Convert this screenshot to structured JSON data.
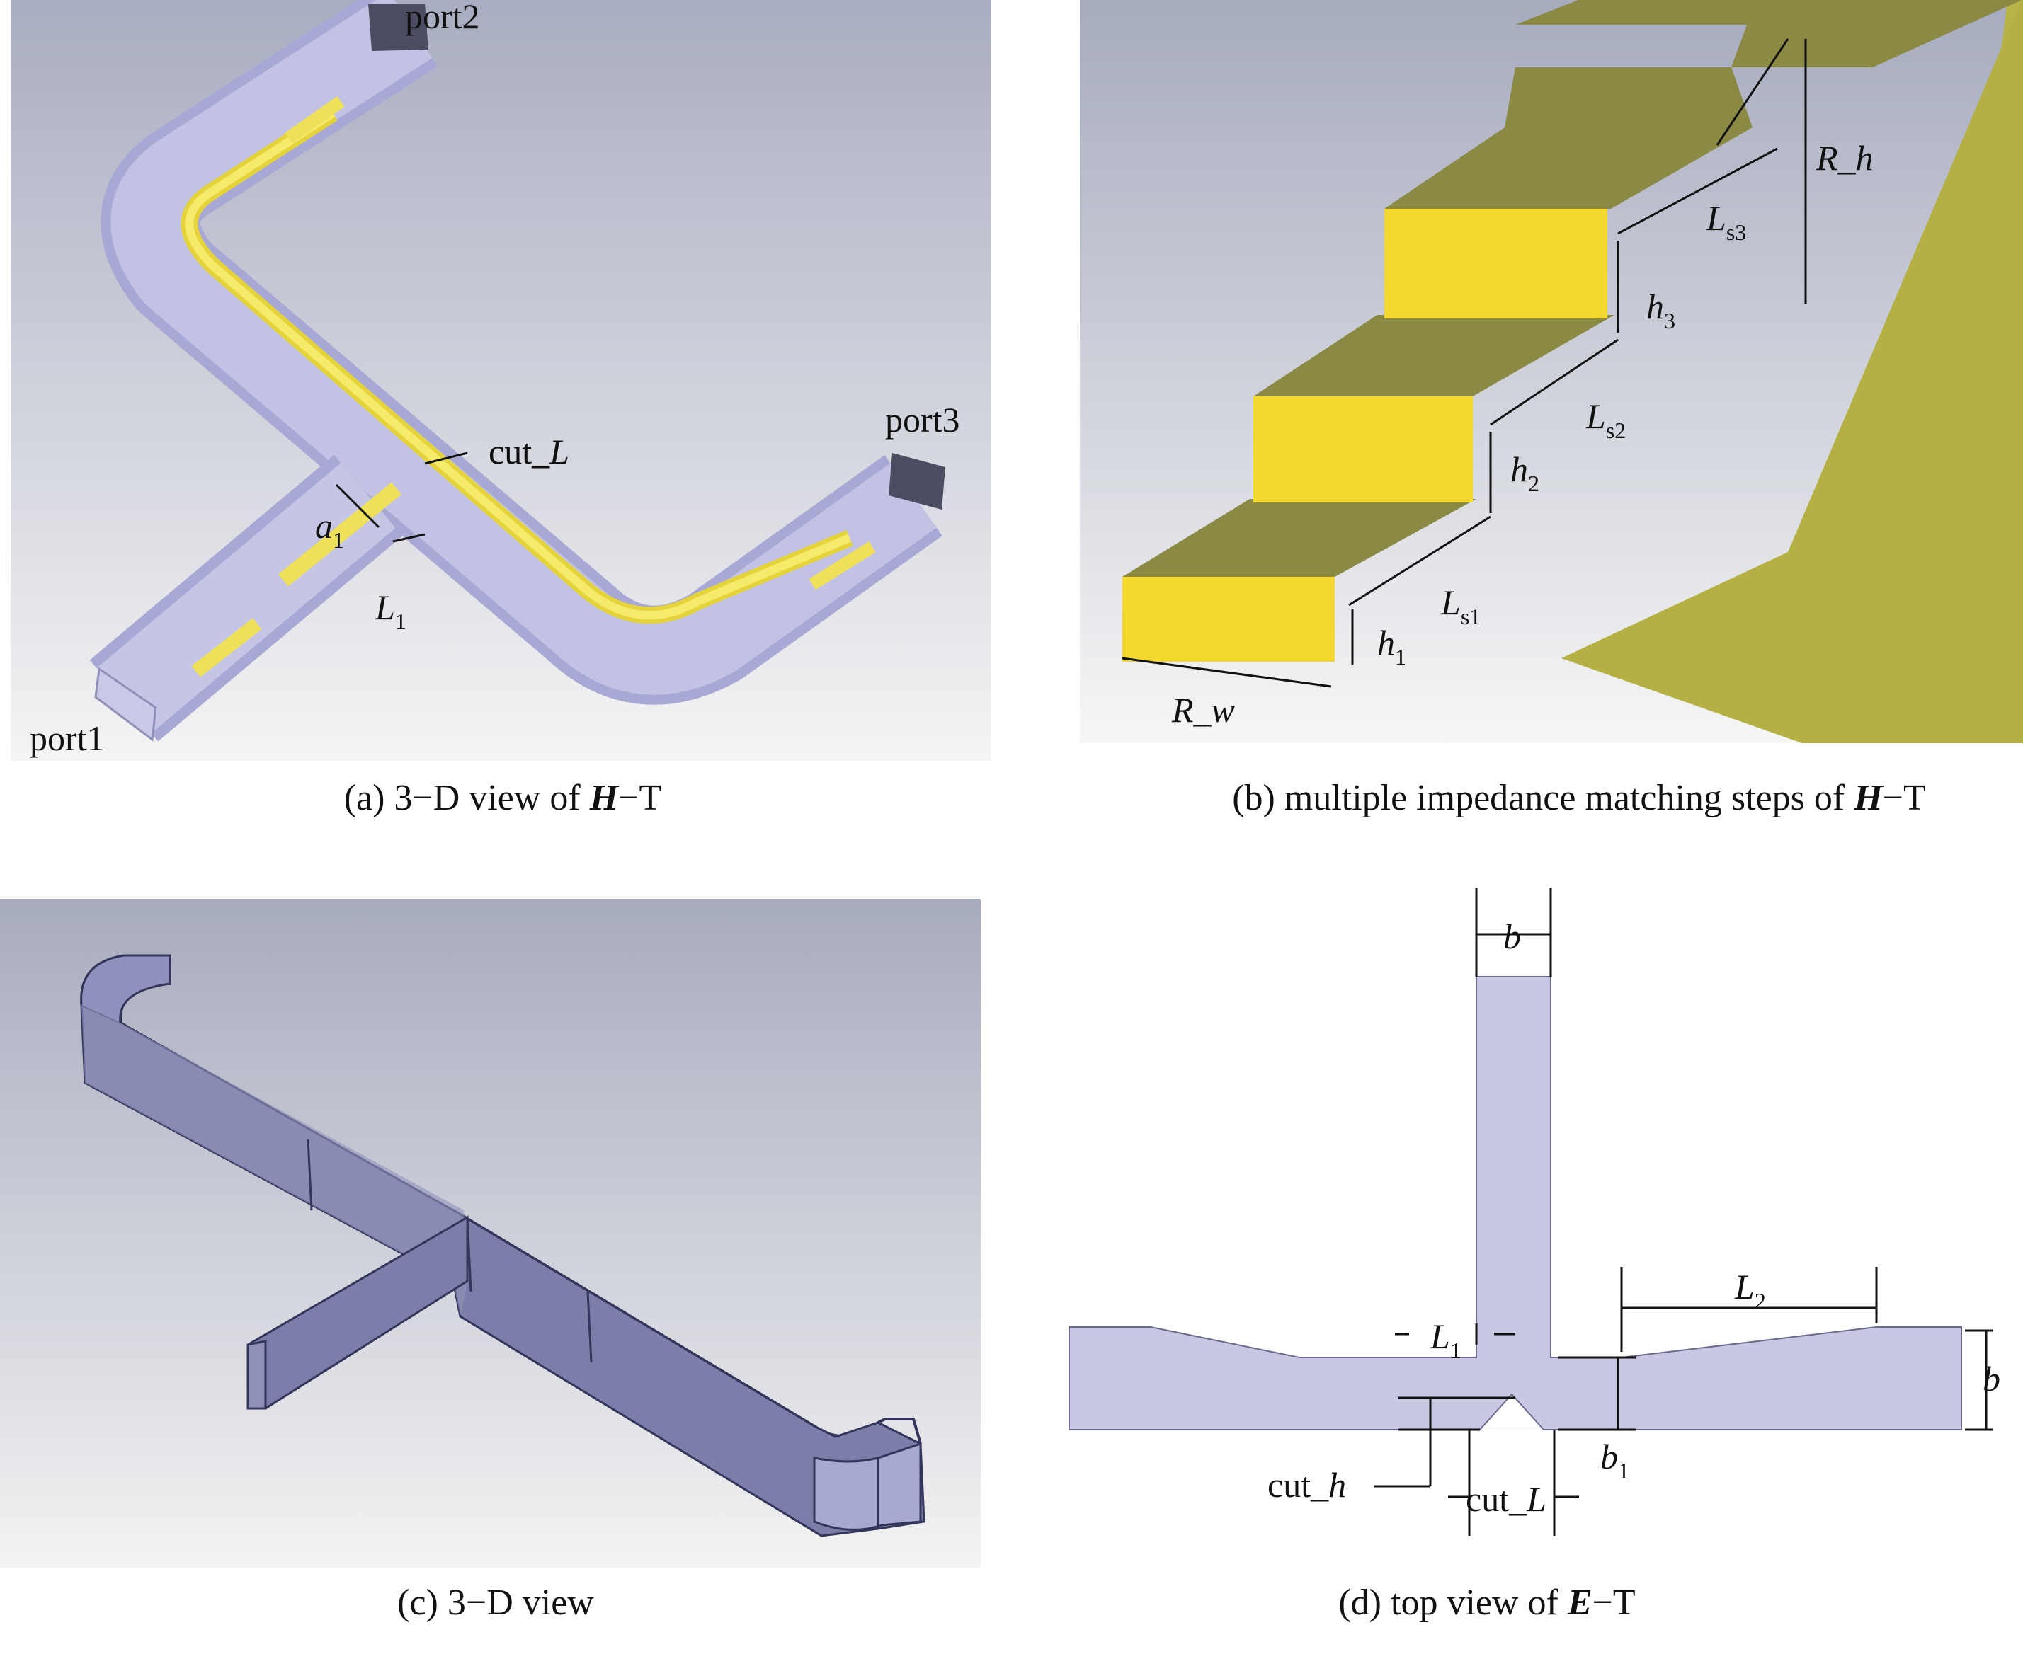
{
  "panel_a": {
    "labels": {
      "port1": "port1",
      "port2": "port2",
      "port3": "port3",
      "cut_L": "cut_",
      "cut_L_var": "L",
      "a1": "a",
      "a1_sub": "1",
      "L1": "L",
      "L1_sub": "1"
    },
    "caption": {
      "prefix": "(a) 3−D view of ",
      "bold": "H",
      "suffix": "−T"
    }
  },
  "panel_b": {
    "labels": {
      "R_h": "R_h",
      "R_w": "R_w",
      "Ls1": "L",
      "Ls1_sub": "s1",
      "Ls2": "L",
      "Ls2_sub": "s2",
      "Ls3": "L",
      "Ls3_sub": "s3",
      "h1": "h",
      "h1_sub": "1",
      "h2": "h",
      "h2_sub": "2",
      "h3": "h",
      "h3_sub": "3"
    },
    "caption": {
      "prefix": "(b) multiple impedance matching steps of ",
      "bold": "H",
      "suffix": "−T"
    }
  },
  "panel_c": {
    "caption": {
      "prefix": "(c) 3−D view"
    }
  },
  "panel_d": {
    "labels": {
      "b_top": "b",
      "b_right": "b",
      "L1": "L",
      "L1_sub": "1",
      "L2": "L",
      "L2_sub": "2",
      "b1": "b",
      "b1_sub": "1",
      "cut_h": "cut_",
      "cut_h_var": "h",
      "cut_L": "cut_",
      "cut_L_var": "L"
    },
    "caption": {
      "prefix": "(d) top view of ",
      "bold": "E",
      "suffix": "−T"
    }
  },
  "colors": {
    "waveguide": "#b8b9dd",
    "gold": "#f2df3e",
    "gold_dark": "#8c8740",
    "bg_gradient_top": "#a4a9bd",
    "bg_gradient_bottom": "#f3f3f3",
    "metal_3d": "#7b7fae"
  }
}
